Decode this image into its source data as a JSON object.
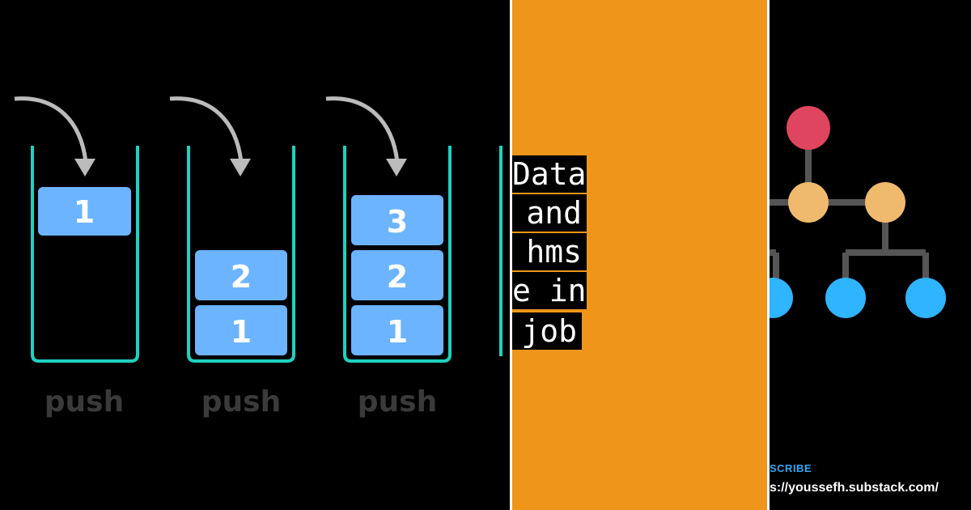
{
  "stacks": [
    {
      "blocks": [
        "1"
      ],
      "label": "push"
    },
    {
      "blocks": [
        "2",
        "1"
      ],
      "label": "push"
    },
    {
      "blocks": [
        "3",
        "2",
        "1"
      ],
      "label": "push"
    }
  ],
  "title_fragments": [
    "Data",
    "and",
    "hms",
    "e in",
    "job"
  ],
  "subscribe_text": "SCRIBE",
  "url_text": "s://youssefh.substack.com/",
  "colors": {
    "block": "#6CB4FF",
    "stack_outline": "#1FD1BF",
    "arrow": "#BBBBBB",
    "orange": "#EE951A",
    "tree_root": "#E04560",
    "tree_mid": "#F0BA6E",
    "tree_leaf": "#2FB4FF",
    "tree_edge": "#555555"
  }
}
